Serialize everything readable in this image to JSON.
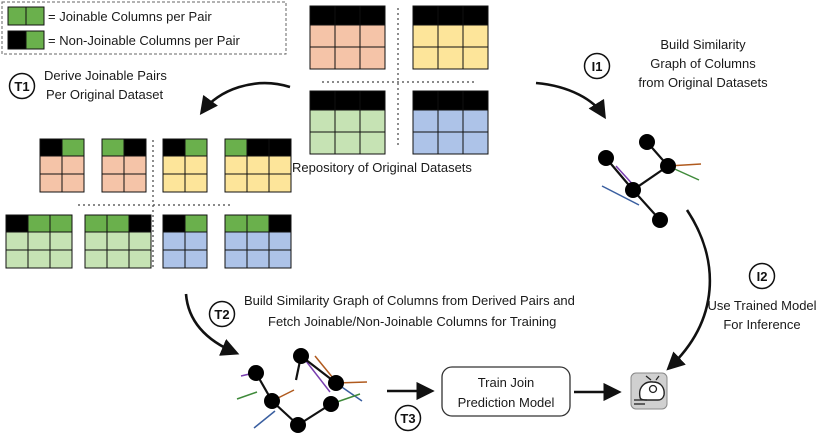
{
  "legend": {
    "joinable": "= Joinable Columns per Pair",
    "non_joinable": "= Non-Joinable Columns per Pair"
  },
  "colors": {
    "green_header": "#6ab04c",
    "black_header": "#000000",
    "salmon": "#f5c4a8",
    "yellow": "#fde59a",
    "light_green": "#c6e3b4",
    "blue": "#adc3e8"
  },
  "repository_label": "Repository of Original Datasets",
  "steps": {
    "t1": {
      "badge": "T1",
      "line1": "Derive Joinable Pairs",
      "line2": "Per Original Dataset"
    },
    "i1": {
      "badge": "I1",
      "line1": "Build Similarity",
      "line2": "Graph of Columns",
      "line3": "from Original Datasets"
    },
    "t2": {
      "badge": "T2",
      "line1": "Build Similarity Graph of Columns from Derived Pairs and",
      "line2": "Fetch Joinable/Non-Joinable Columns for Training"
    },
    "i2": {
      "badge": "I2",
      "line1": "Use Trained Model",
      "line2": "For Inference"
    },
    "t3": {
      "badge": "T3"
    }
  },
  "train_box": {
    "line1": "Train Join",
    "line2": "Prediction Model"
  },
  "icons": {
    "model": "ai-brain-icon"
  }
}
